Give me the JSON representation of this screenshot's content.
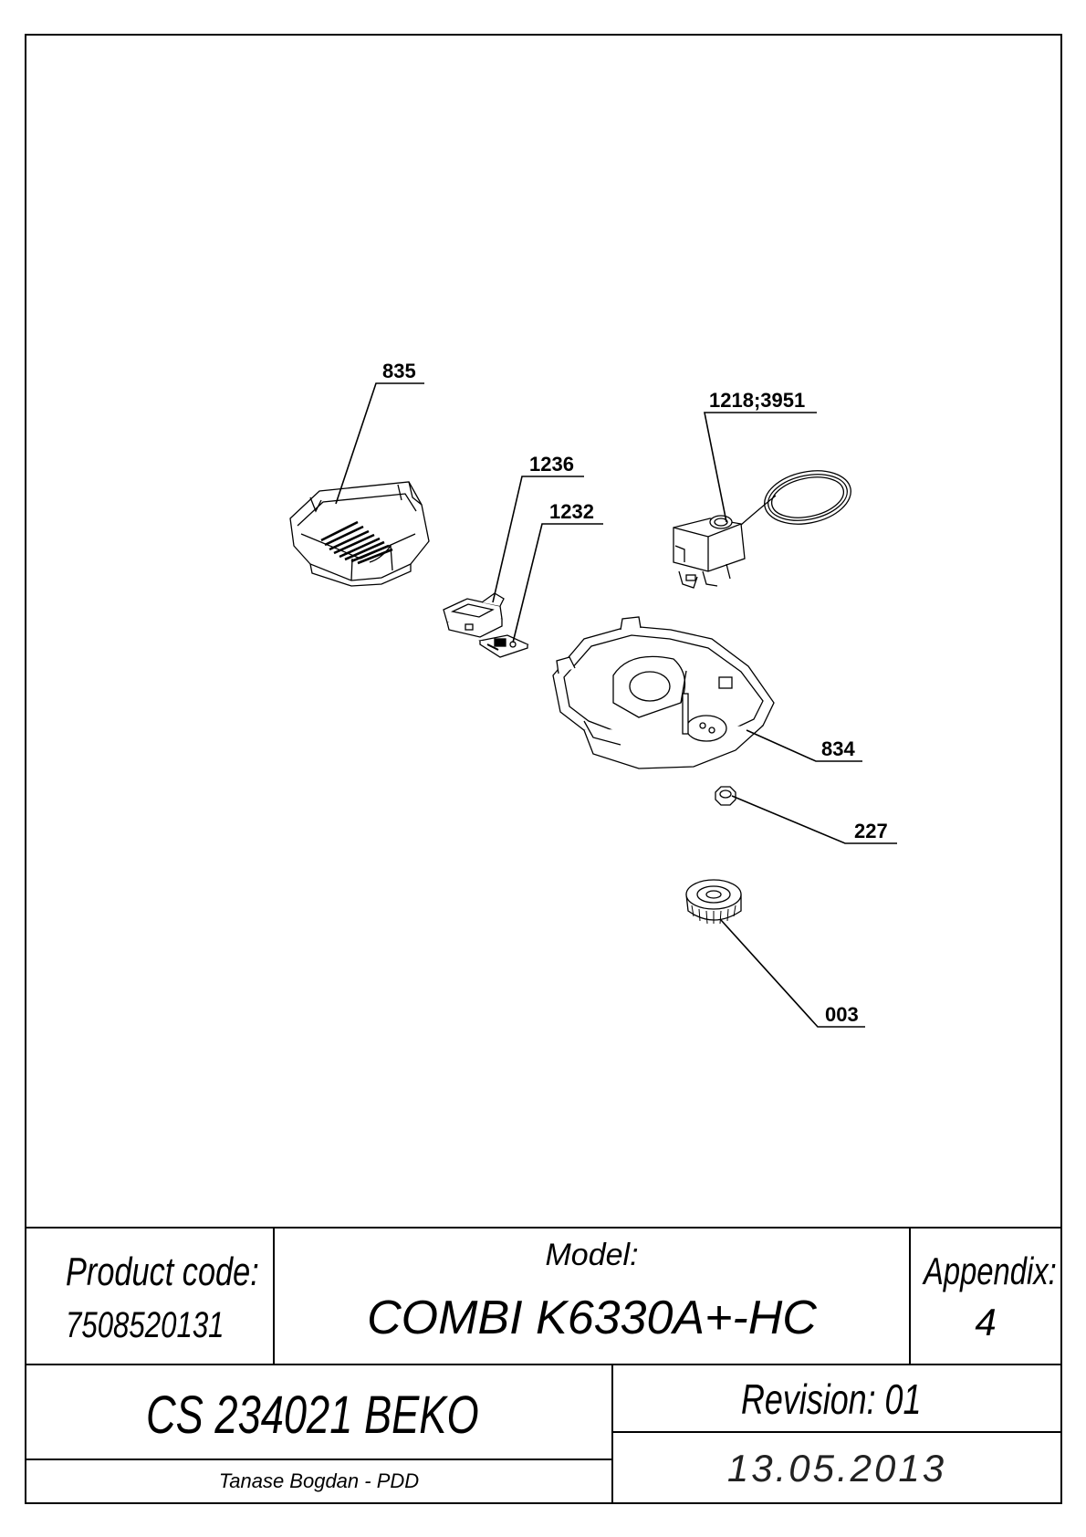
{
  "callouts": {
    "c835": "835",
    "c1218": "1218;3951",
    "c1236": "1236",
    "c1232": "1232",
    "c834": "834",
    "c227": "227",
    "c003": "003"
  },
  "title_block": {
    "product_code_label": "Product code:",
    "product_code": "7508520131",
    "model_label": "Model:",
    "model": "COMBI K6330A+-HC",
    "appendix_label": "Appendix:",
    "appendix": "4",
    "document": "CS 234021 BEKO",
    "revision": "Revision: 01",
    "author": "Tanase Bogdan - PDD",
    "date": "13.05.2013"
  }
}
